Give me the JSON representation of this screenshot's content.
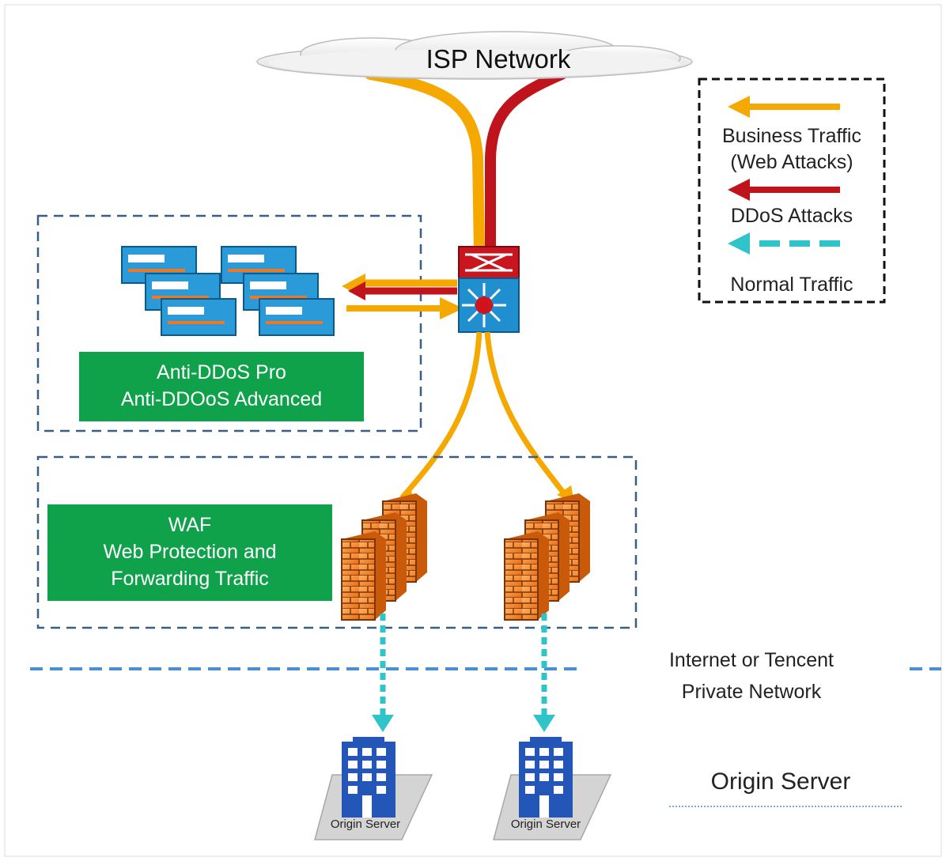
{
  "title": "ISP Network",
  "legend": {
    "business": [
      "Business Traffic",
      "(Web Attacks)"
    ],
    "ddos": "DDoS  Attacks",
    "normal": "Normal Traffic"
  },
  "anti_ddos_box": [
    "Anti-DDoS Pro",
    "Anti-DDOoS Advanced"
  ],
  "waf_box": [
    "WAF",
    "Web Protection and",
    "Forwarding Traffic"
  ],
  "network_label": [
    "Internet or Tencent",
    "Private Network"
  ],
  "origin_label": "Origin Server",
  "server_captions": [
    "Origin Server",
    "Origin Server"
  ],
  "colors": {
    "business": "#f5a800",
    "ddos": "#c0141c",
    "normal": "#2ec4c9",
    "green": "#0fa24a",
    "dashed_border": "#3a5f86",
    "network_line": "#4a8fd4"
  }
}
